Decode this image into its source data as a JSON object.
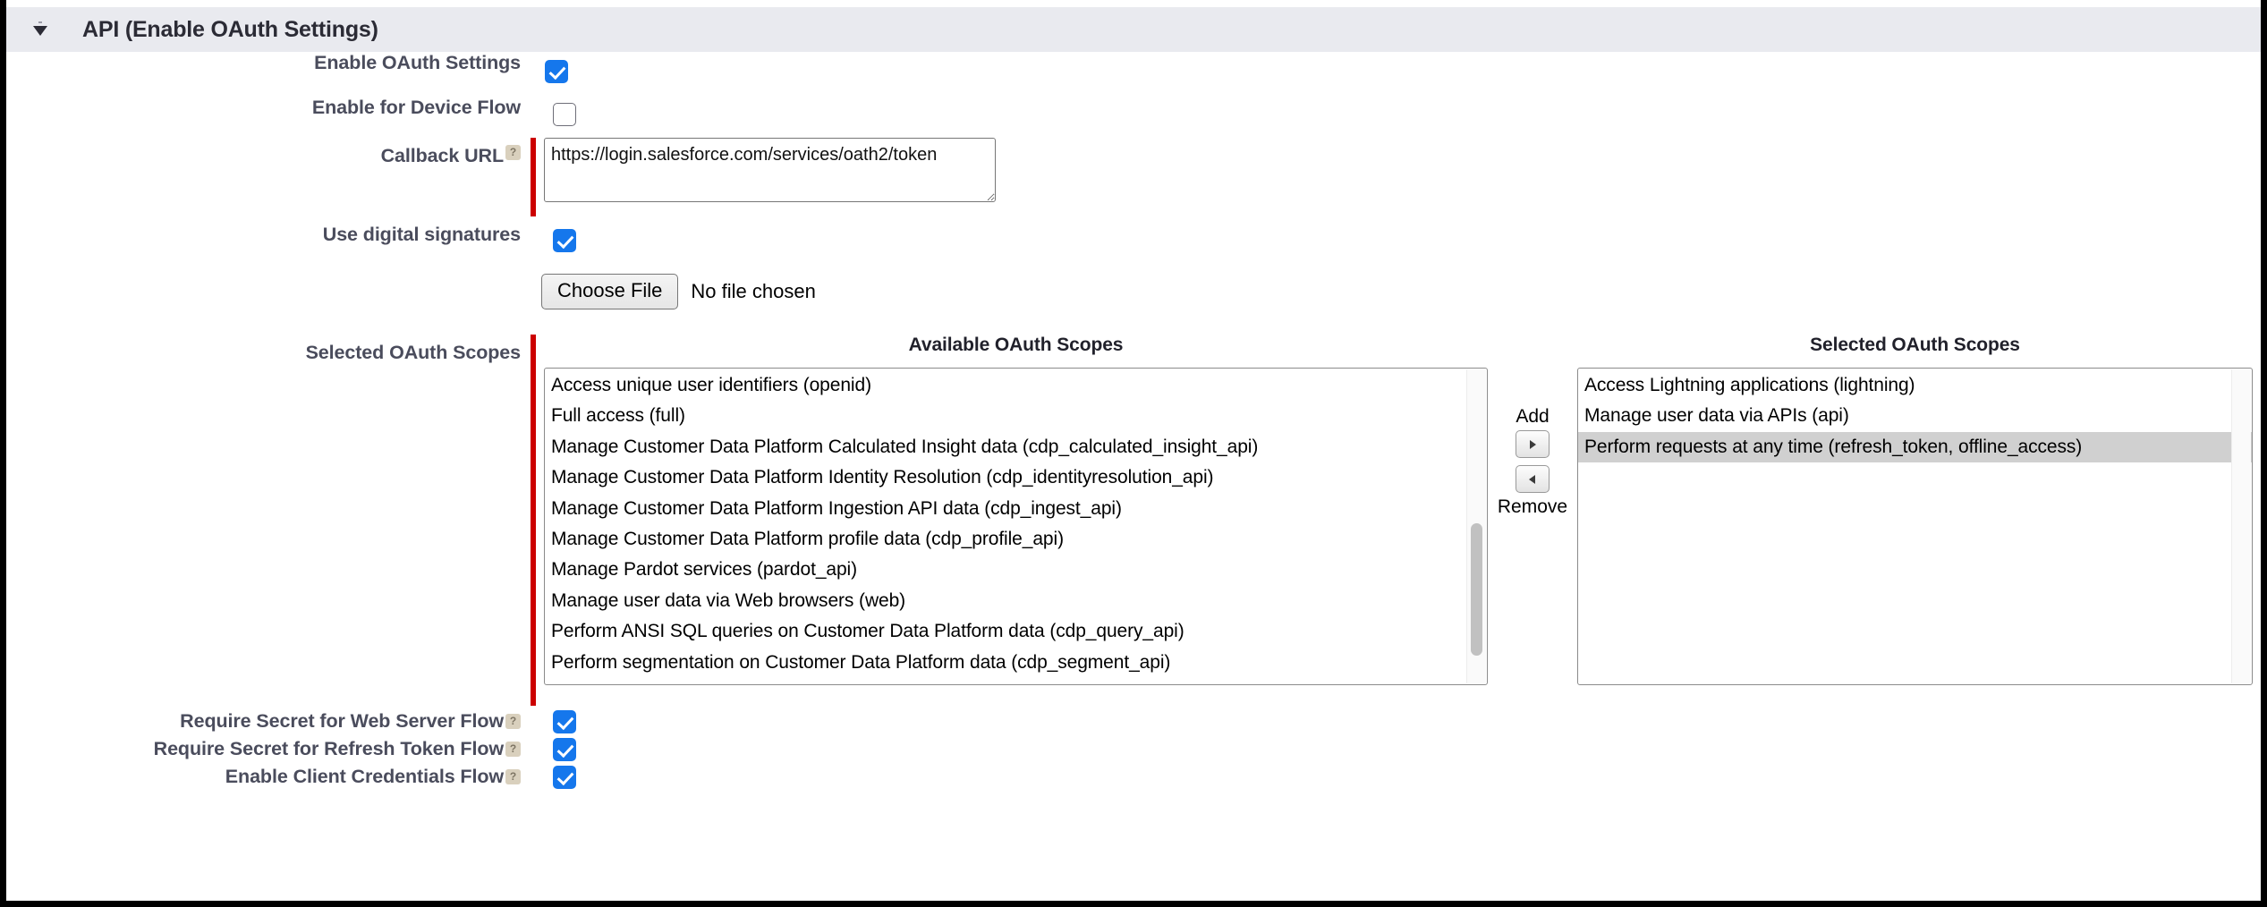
{
  "section": {
    "title": "API (Enable OAuth Settings)",
    "collapse_icon": "triangle-down-icon"
  },
  "fields": {
    "enable_oauth": {
      "label": "Enable OAuth Settings",
      "checked": true
    },
    "device_flow": {
      "label": "Enable for Device Flow",
      "checked": false
    },
    "callback_url": {
      "label": "Callback URL",
      "help_glyph": "?",
      "value": "https://login.salesforce.com/services/oath2/token",
      "required": true
    },
    "digital_signatures": {
      "label": "Use digital signatures",
      "checked": true
    },
    "file_upload": {
      "button_label": "Choose File",
      "status_text": "No file chosen"
    },
    "require_secret_web_server": {
      "label": "Require Secret for Web Server Flow",
      "help_glyph": "?",
      "checked": true
    },
    "require_secret_refresh_token": {
      "label": "Require Secret for Refresh Token Flow",
      "help_glyph": "?",
      "checked": true
    },
    "enable_client_credentials": {
      "label": "Enable Client Credentials Flow",
      "help_glyph": "?",
      "checked": true
    }
  },
  "scopes": {
    "row_label": "Selected OAuth Scopes",
    "available_heading": "Available OAuth Scopes",
    "selected_heading": "Selected OAuth Scopes",
    "add_label": "Add",
    "remove_label": "Remove",
    "add_icon": "arrow-right-icon",
    "remove_icon": "arrow-left-icon",
    "available": [
      "Access unique user identifiers (openid)",
      "Full access (full)",
      "Manage Customer Data Platform Calculated Insight data (cdp_calculated_insight_api)",
      "Manage Customer Data Platform Identity Resolution (cdp_identityresolution_api)",
      "Manage Customer Data Platform Ingestion API data (cdp_ingest_api)",
      "Manage Customer Data Platform profile data (cdp_profile_api)",
      "Manage Pardot services (pardot_api)",
      "Manage user data via Web browsers (web)",
      "Perform ANSI SQL queries on Customer Data Platform data (cdp_query_api)",
      "Perform segmentation on Customer Data Platform data (cdp_segment_api)"
    ],
    "selected": [
      {
        "label": "Access Lightning applications (lightning)",
        "highlighted": false
      },
      {
        "label": "Manage user data via APIs (api)",
        "highlighted": false
      },
      {
        "label": "Perform requests at any time (refresh_token, offline_access)",
        "highlighted": true
      }
    ]
  },
  "colors": {
    "header_bg": "#e9eaef",
    "label_text": "#4a4c5c",
    "required_bar": "#cc0000",
    "checkbox_checked": "#1577ec",
    "option_highlight": "#d0d0d0"
  }
}
